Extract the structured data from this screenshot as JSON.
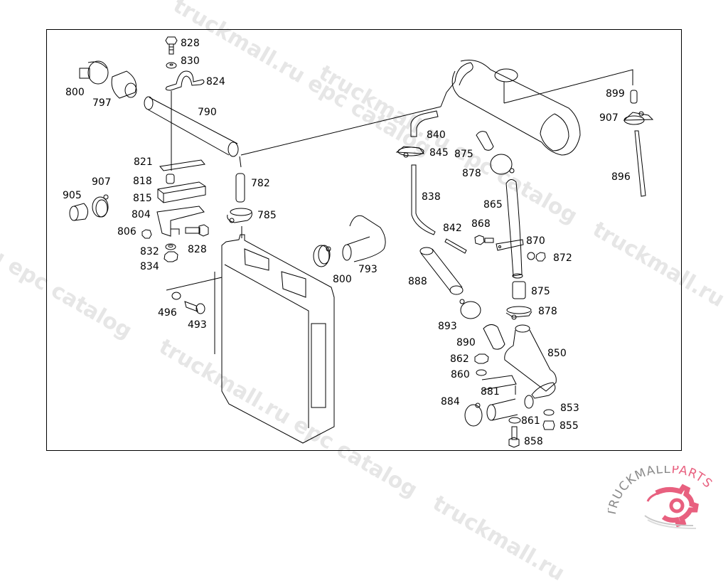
{
  "diagram": {
    "title": "Radiator / coolant expansion tank assembly parts diagram",
    "callouts": [
      {
        "id": "c828a",
        "label": "828"
      },
      {
        "id": "c830",
        "label": "830"
      },
      {
        "id": "c824",
        "label": "824"
      },
      {
        "id": "c800a",
        "label": "800"
      },
      {
        "id": "c797",
        "label": "797"
      },
      {
        "id": "c790",
        "label": "790"
      },
      {
        "id": "c821",
        "label": "821"
      },
      {
        "id": "c818",
        "label": "818"
      },
      {
        "id": "c815",
        "label": "815"
      },
      {
        "id": "c804",
        "label": "804"
      },
      {
        "id": "c806",
        "label": "806"
      },
      {
        "id": "c832",
        "label": "832"
      },
      {
        "id": "c828b",
        "label": "828"
      },
      {
        "id": "c834",
        "label": "834"
      },
      {
        "id": "c905",
        "label": "905"
      },
      {
        "id": "c907a",
        "label": "907"
      },
      {
        "id": "c782",
        "label": "782"
      },
      {
        "id": "c785",
        "label": "785"
      },
      {
        "id": "c496",
        "label": "496"
      },
      {
        "id": "c493",
        "label": "493"
      },
      {
        "id": "c800b",
        "label": "800"
      },
      {
        "id": "c793",
        "label": "793"
      },
      {
        "id": "c840",
        "label": "840"
      },
      {
        "id": "c845",
        "label": "845"
      },
      {
        "id": "c875a",
        "label": "875"
      },
      {
        "id": "c878a",
        "label": "878"
      },
      {
        "id": "c838",
        "label": "838"
      },
      {
        "id": "c865",
        "label": "865"
      },
      {
        "id": "c842",
        "label": "842"
      },
      {
        "id": "c868",
        "label": "868"
      },
      {
        "id": "c870",
        "label": "870"
      },
      {
        "id": "c872",
        "label": "872"
      },
      {
        "id": "c888",
        "label": "888"
      },
      {
        "id": "c875b",
        "label": "875"
      },
      {
        "id": "c878b",
        "label": "878"
      },
      {
        "id": "c893",
        "label": "893"
      },
      {
        "id": "c890",
        "label": "890"
      },
      {
        "id": "c850",
        "label": "850"
      },
      {
        "id": "c862",
        "label": "862"
      },
      {
        "id": "c860",
        "label": "860"
      },
      {
        "id": "c881",
        "label": "881"
      },
      {
        "id": "c884",
        "label": "884"
      },
      {
        "id": "c853",
        "label": "853"
      },
      {
        "id": "c861",
        "label": "861"
      },
      {
        "id": "c855",
        "label": "855"
      },
      {
        "id": "c858",
        "label": "858"
      },
      {
        "id": "c899",
        "label": "899"
      },
      {
        "id": "c907b",
        "label": "907"
      },
      {
        "id": "c896",
        "label": "896"
      }
    ]
  },
  "watermarks": [
    "truckmall.ru epc catalog",
    "truckmall.ru epc catalog",
    "truckmall.ru epc catalog",
    "u epc catalog",
    "truckmall.ru epc catalog",
    "truckmall.ru e",
    "truckmall.ru"
  ],
  "logo": {
    "text_dark": "TRUCKMALL",
    "text_accent": "PARTS",
    "accent_color": "#e8607f",
    "gray_color": "#8a8a8a"
  }
}
